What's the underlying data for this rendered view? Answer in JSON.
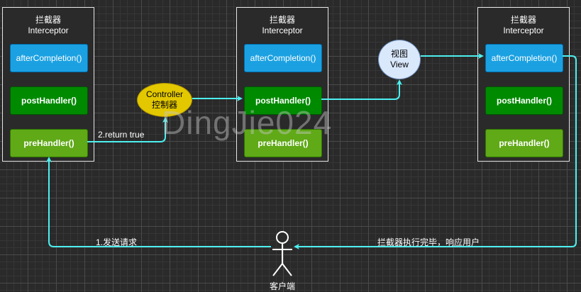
{
  "panels": [
    {
      "title_cn": "拦截器",
      "title_en": "Interceptor",
      "after": "afterCompletion()",
      "post": "postHandler()",
      "pre": "preHandler()"
    },
    {
      "title_cn": "拦截器",
      "title_en": "Interceptor",
      "after": "afterCompletion()",
      "post": "postHandler()",
      "pre": "preHandler()"
    },
    {
      "title_cn": "拦截器",
      "title_en": "Interceptor",
      "after": "afterCompletion()",
      "post": "postHandler()",
      "pre": "preHandler()"
    }
  ],
  "controller": {
    "line1": "Controller",
    "line2": "控制器"
  },
  "view": {
    "line1": "视图",
    "line2": "View"
  },
  "labels": {
    "return_true": "2.return true",
    "send_request": "1.发送请求",
    "response": "拦截器执行完毕，响应用户",
    "client": "客户端"
  },
  "watermark": "DingJie024",
  "colors": {
    "arrow": "#4df0f0",
    "after": "#1ba1e2",
    "post": "#008a00",
    "pre": "#60a917",
    "controller": "#e3c800",
    "view": "#dae8fc"
  }
}
